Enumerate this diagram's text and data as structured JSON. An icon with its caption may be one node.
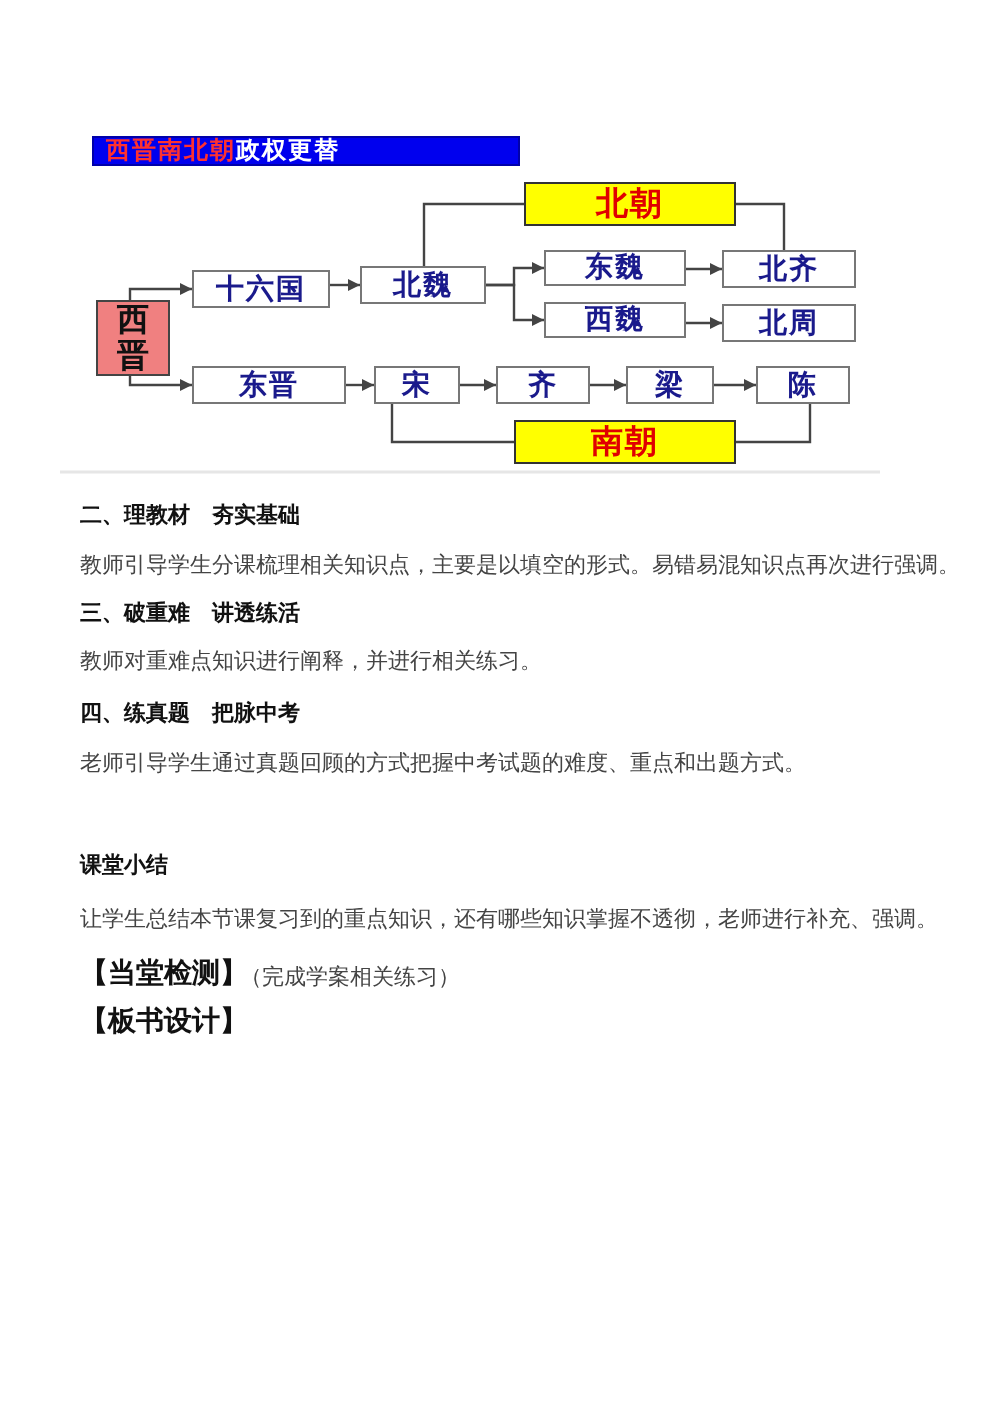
{
  "diagram": {
    "nodes": [
      {
        "text": [
          "西晋南北朝",
          "政权更替"
        ]
      },
      {
        "text": [
          "北朝"
        ]
      },
      {
        "text": [
          "西晋"
        ]
      },
      {
        "text": [
          "十六国"
        ]
      },
      {
        "text": [
          "北魏"
        ]
      },
      {
        "text": [
          "东魏"
        ]
      },
      {
        "text": [
          "北齐"
        ]
      },
      {
        "text": [
          "西魏"
        ]
      },
      {
        "text": [
          "北周"
        ]
      },
      {
        "text": [
          "东晋"
        ]
      },
      {
        "text": [
          "宋"
        ]
      },
      {
        "text": [
          "齐"
        ]
      },
      {
        "text": [
          "梁"
        ]
      },
      {
        "text": [
          "陈"
        ]
      },
      {
        "text": [
          "南朝"
        ]
      }
    ],
    "edges": [
      {
        "from": 2,
        "to": 3,
        "arrow": "to"
      },
      {
        "from": 2,
        "to": 9,
        "arrow": "to"
      },
      {
        "from": 3,
        "to": 4,
        "arrow": "to"
      },
      {
        "from": 4,
        "to": 5,
        "arrow": "to"
      },
      {
        "from": 4,
        "to": 7,
        "arrow": "to"
      },
      {
        "from": 5,
        "to": 6,
        "arrow": "to"
      },
      {
        "from": 7,
        "to": 8,
        "arrow": "to"
      },
      {
        "from": 9,
        "to": 10,
        "arrow": "to"
      },
      {
        "from": 10,
        "to": 11,
        "arrow": "to"
      },
      {
        "from": 11,
        "to": 12,
        "arrow": "to"
      },
      {
        "from": 12,
        "to": 13,
        "arrow": "to"
      },
      {
        "from": 4,
        "to": 1,
        "arrow": "none"
      },
      {
        "from": 1,
        "to": 6,
        "arrow": "none"
      },
      {
        "from": 10,
        "to": 14,
        "arrow": "none"
      },
      {
        "from": 14,
        "to": 13,
        "arrow": "none"
      }
    ],
    "labels": [
      "二、理教材　夯实基础",
      "教师引导学生分课梳理相关知识点，主要是以填空的形式。易错易混知识点再次进行强调。",
      "三、破重难　讲透练活",
      "教师对重难点知识进行阐释，并进行相关练习。",
      "四、练真题　把脉中考",
      "老师引导学生通过真题回顾的方式把握中考试题的难度、重点和出题方式。",
      "课堂小结",
      "让学生总结本节课复习到的重点知识，还有哪些知识掌握不透彻，老师进行补充、强调。",
      "【当堂检测】",
      "（完成学案相关练习）",
      "【板书设计】"
    ]
  }
}
